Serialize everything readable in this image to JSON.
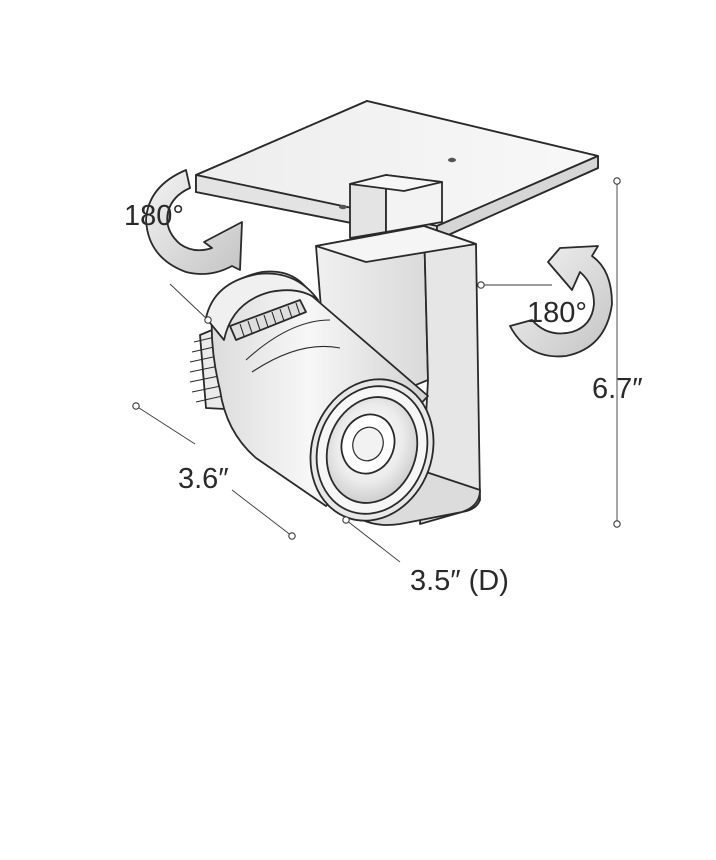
{
  "labels": {
    "rotation_top_left": "180°",
    "rotation_right": "180°",
    "height": "6.7″",
    "width": "3.6″",
    "diameter": "3.5″ (D)"
  },
  "colors": {
    "line": "#2a2a2a",
    "body_light": "#f4f4f4",
    "body_mid": "#e2e2e2",
    "body_dark": "#bdbdbd",
    "arrow_gray": "#cfcfcf"
  }
}
